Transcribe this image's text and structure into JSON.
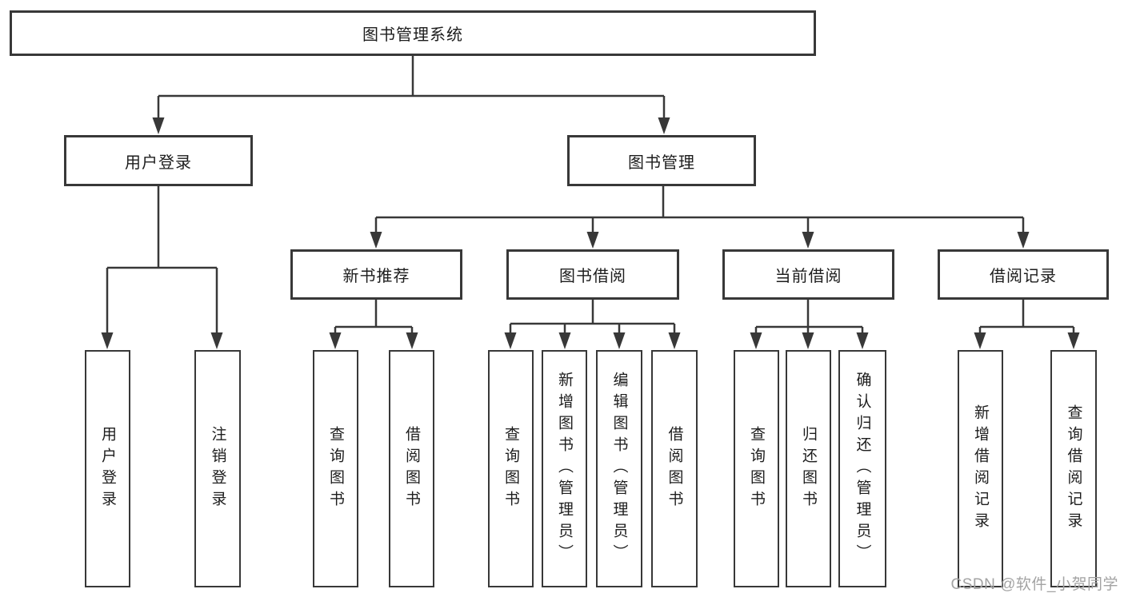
{
  "tree": {
    "label": "图书管理系统",
    "children": [
      {
        "label": "用户登录",
        "children": [
          {
            "label": "用户登录"
          },
          {
            "label": "注销登录"
          }
        ]
      },
      {
        "label": "图书管理",
        "children": [
          {
            "label": "新书推荐",
            "children": [
              {
                "label": "查询图书"
              },
              {
                "label": "借阅图书"
              }
            ]
          },
          {
            "label": "图书借阅",
            "children": [
              {
                "label": "查询图书"
              },
              {
                "label": "新增图书（管理员）"
              },
              {
                "label": "编辑图书（管理员）"
              },
              {
                "label": "借阅图书"
              }
            ]
          },
          {
            "label": "当前借阅",
            "children": [
              {
                "label": "查询图书"
              },
              {
                "label": "归还图书"
              },
              {
                "label": "确认归还（管理员）"
              }
            ]
          },
          {
            "label": "借阅记录",
            "children": [
              {
                "label": "新增借阅记录"
              },
              {
                "label": "查询借阅记录"
              }
            ]
          }
        ]
      }
    ]
  },
  "watermark": "CSDN @软件_小贺同学",
  "colors": {
    "line": "#383838",
    "text": "#1d1d1d",
    "watermark": "#a3a3a3",
    "background": "#ffffff"
  }
}
